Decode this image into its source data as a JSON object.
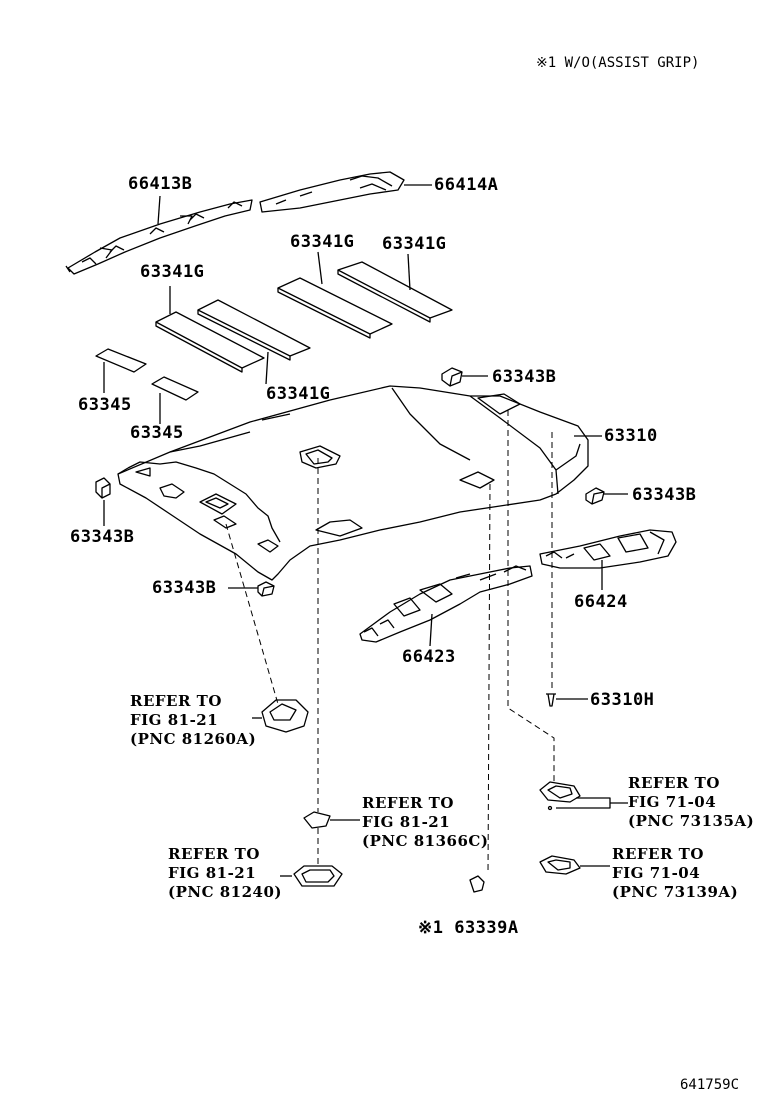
{
  "note": "※1  W/O(ASSIST GRIP)",
  "diagram_id": "641759C",
  "part_labels": {
    "p66413B": "66413B",
    "p66414A": "66414A",
    "p63341G_a": "63341G",
    "p63341G_b": "63341G",
    "p63341G_c": "63341G",
    "p63341G_d": "63341G",
    "p63345_a": "63345",
    "p63345_b": "63345",
    "p63343B_a": "63343B",
    "p63343B_b": "63343B",
    "p63343B_c": "63343B",
    "p63343B_d": "63343B",
    "p63310": "63310",
    "p66424": "66424",
    "p66423": "66423",
    "p63310H": "63310H",
    "p63339A": "※1 63339A"
  },
  "references": {
    "r81260A": {
      "line1": "REFER TO",
      "line2": "FIG 81-21",
      "line3": "(PNC 81260A)"
    },
    "r81366C": {
      "line1": "REFER TO",
      "line2": "FIG 81-21",
      "line3": "(PNC 81366C)"
    },
    "r81240": {
      "line1": "REFER TO",
      "line2": "FIG 81-21",
      "line3": "(PNC 81240)"
    },
    "r73135A": {
      "line1": "REFER TO",
      "line2": "FIG 71-04",
      "line3": "(PNC 73135A)"
    },
    "r73139A": {
      "line1": "REFER TO",
      "line2": "FIG 71-04",
      "line3": "(PNC 73139A)"
    }
  }
}
